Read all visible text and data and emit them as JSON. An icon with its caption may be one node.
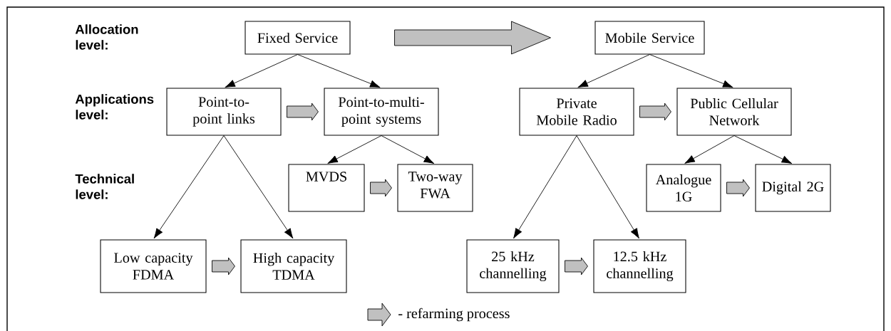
{
  "diagram": {
    "nodes": [
      {
        "text": [
          "Fixed Service"
        ]
      },
      {
        "text": [
          "Mobile Service"
        ]
      },
      {
        "text": [
          "Point-to-point links"
        ]
      },
      {
        "text": [
          "Point-to-multi-point systems"
        ]
      },
      {
        "text": [
          "Private Mobile Radio"
        ]
      },
      {
        "text": [
          "Public Cellular Network"
        ]
      },
      {
        "text": [
          "MVDS"
        ]
      },
      {
        "text": [
          "Two-way FWA"
        ]
      },
      {
        "text": [
          "Analogue 1G"
        ]
      },
      {
        "text": [
          "Digital 2G"
        ]
      },
      {
        "text": [
          "Low capacity FDMA"
        ]
      },
      {
        "text": [
          "High capacity TDMA"
        ]
      },
      {
        "text": [
          "25 kHz channelling"
        ]
      },
      {
        "text": [
          "12.5 kHz channelling"
        ]
      }
    ],
    "edges": [
      {
        "from": 0,
        "to": 2,
        "arrow": "to"
      },
      {
        "from": 0,
        "to": 3,
        "arrow": "to"
      },
      {
        "from": 1,
        "to": 4,
        "arrow": "to"
      },
      {
        "from": 1,
        "to": 5,
        "arrow": "to"
      },
      {
        "from": 2,
        "to": 10,
        "arrow": "to"
      },
      {
        "from": 2,
        "to": 11,
        "arrow": "to"
      },
      {
        "from": 3,
        "to": 6,
        "arrow": "to"
      },
      {
        "from": 3,
        "to": 7,
        "arrow": "to"
      },
      {
        "from": 4,
        "to": 12,
        "arrow": "to"
      },
      {
        "from": 4,
        "to": 13,
        "arrow": "to"
      },
      {
        "from": 5,
        "to": 8,
        "arrow": "to"
      },
      {
        "from": 5,
        "to": 9,
        "arrow": "to"
      },
      {
        "from": 0,
        "to": 1,
        "arrow": "to",
        "style": "thick",
        "color": "#c0c0c0"
      },
      {
        "from": 2,
        "to": 3,
        "arrow": "to",
        "style": "thick",
        "color": "#c0c0c0"
      },
      {
        "from": 4,
        "to": 5,
        "arrow": "to",
        "style": "thick",
        "color": "#c0c0c0"
      },
      {
        "from": 6,
        "to": 7,
        "arrow": "to",
        "style": "thick",
        "color": "#c0c0c0"
      },
      {
        "from": 8,
        "to": 9,
        "arrow": "to",
        "style": "thick",
        "color": "#c0c0c0"
      },
      {
        "from": 10,
        "to": 11,
        "arrow": "to",
        "style": "thick",
        "color": "#c0c0c0"
      },
      {
        "from": 12,
        "to": 13,
        "arrow": "to",
        "style": "thick",
        "color": "#c0c0c0"
      }
    ],
    "labels": [
      "Allocation level:",
      "Applications level:",
      "Technical level:"
    ],
    "legend": [
      {
        "text": "- refarming process"
      }
    ]
  }
}
